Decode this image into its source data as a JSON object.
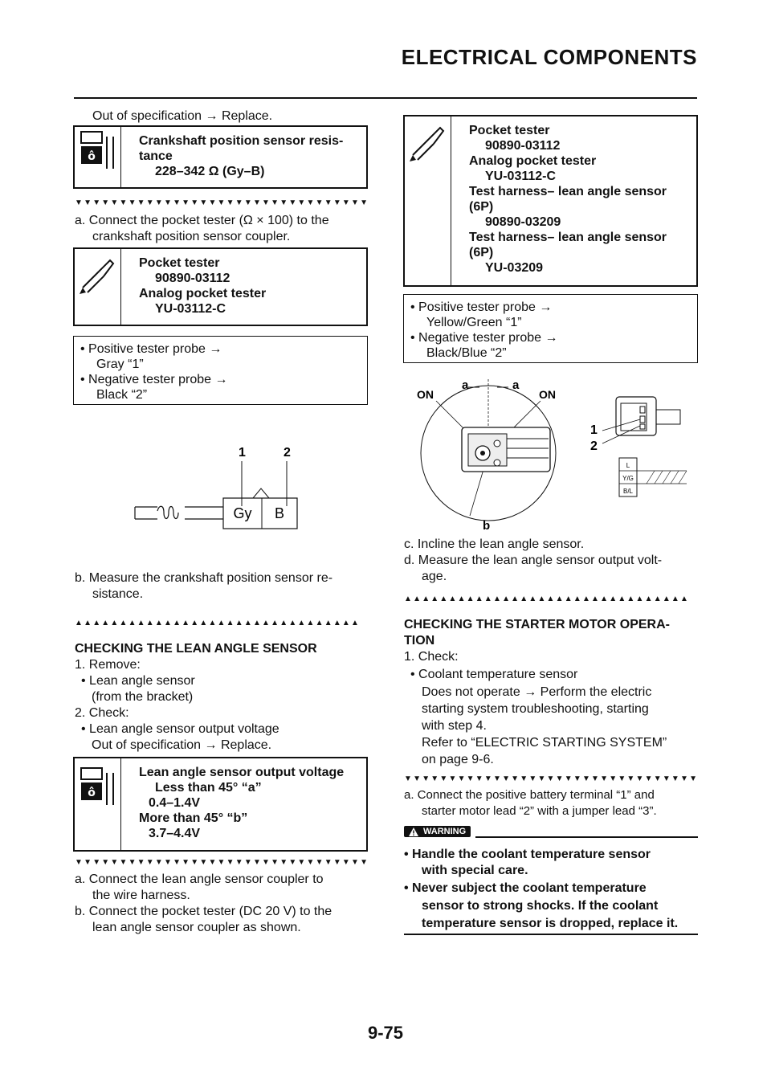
{
  "header": {
    "title": "ELECTRICAL COMPONENTS"
  },
  "left": {
    "intro": "Out of specification → Replace.",
    "spec1": {
      "lines": [
        "Crankshaft position sensor resis-",
        "tance",
        "228–342 Ω  (Gy–B)"
      ]
    },
    "step_a": [
      "a. Connect the pocket tester (Ω × 100) to the",
      "crankshaft position sensor coupler."
    ],
    "tool1": {
      "lines": [
        "Pocket tester",
        "90890-03112",
        "Analog pocket tester",
        "YU-03112-C"
      ]
    },
    "probe1": {
      "lines": [
        "• Positive tester probe →",
        "Gray “1”",
        "• Negative tester probe →",
        "Black “2”"
      ]
    },
    "diagram1": {
      "num1": "1",
      "num2": "2",
      "pin1": "Gy",
      "pin2": "B"
    },
    "step_b": [
      "b. Measure the crankshaft position sensor re-",
      "sistance."
    ],
    "section2_title": "CHECKING THE LEAN ANGLE SENSOR",
    "section2_lines": [
      "1. Remove:",
      "• Lean angle sensor",
      "(from the bracket)",
      "2. Check:",
      "• Lean angle sensor output voltage",
      "Out of specification → Replace."
    ],
    "spec2": {
      "lines": [
        "Lean angle sensor output voltage",
        "Less than 45° “a”",
        "0.4–1.4V",
        "More than 45° “b”",
        "3.7–4.4V"
      ]
    },
    "steps2": [
      "a. Connect the lean angle sensor coupler to",
      "the wire harness.",
      "b. Connect the pocket tester (DC 20 V) to the",
      "lean angle sensor coupler as shown."
    ]
  },
  "right": {
    "tool2": {
      "lines": [
        "Pocket tester",
        "90890-03112",
        "Analog pocket tester",
        "YU-03112-C",
        "Test harness– lean angle sensor",
        "(6P)",
        "90890-03209",
        "Test harness– lean angle sensor",
        "(6P)",
        "YU-03209"
      ]
    },
    "probe2": {
      "lines": [
        "• Positive tester probe →",
        "Yellow/Green “1”",
        "• Negative tester probe →",
        "Black/Blue “2”"
      ]
    },
    "diagram2": {
      "on_left": "ON",
      "on_right": "ON",
      "a1": "a",
      "a2": "a",
      "b": "b",
      "n1": "1",
      "n2": "2",
      "w1": "L",
      "w2": "Y/G",
      "w3": "B/L"
    },
    "steps_cd": [
      "c. Incline the lean angle sensor.",
      "d. Measure the lean angle sensor output volt-",
      "age."
    ],
    "section3_title": [
      "CHECKING THE STARTER MOTOR OPERA-",
      "TION"
    ],
    "section3_lines": [
      "1. Check:",
      "• Coolant temperature sensor",
      "Does not operate → Perform the electric",
      "starting system troubleshooting, starting",
      "with step 4.",
      "Refer to “ELECTRIC STARTING SYSTEM”",
      "on page 9-6."
    ],
    "step3a": [
      "a. Connect the positive battery terminal “1” and",
      "starter motor lead “2” with a jumper lead “3”."
    ],
    "warning_label": "WARNING",
    "warning_lines": [
      "• Handle the coolant temperature sensor",
      "with special care.",
      "• Never subject the coolant temperature",
      "sensor to strong shocks. If the coolant",
      "temperature sensor is dropped, replace it."
    ]
  },
  "footer": {
    "page": "9-75"
  },
  "markers": {
    "down": "▼▼▼▼▼▼▼▼▼▼▼▼▼▼▼▼▼▼▼▼▼▼▼▼▼▼▼▼▼▼▼▼▼",
    "up": "▲▲▲▲▲▲▲▲▲▲▲▲▲▲▲▲▲▲▲▲▲▲▲▲▲▲▲▲▲▲▲▲"
  }
}
